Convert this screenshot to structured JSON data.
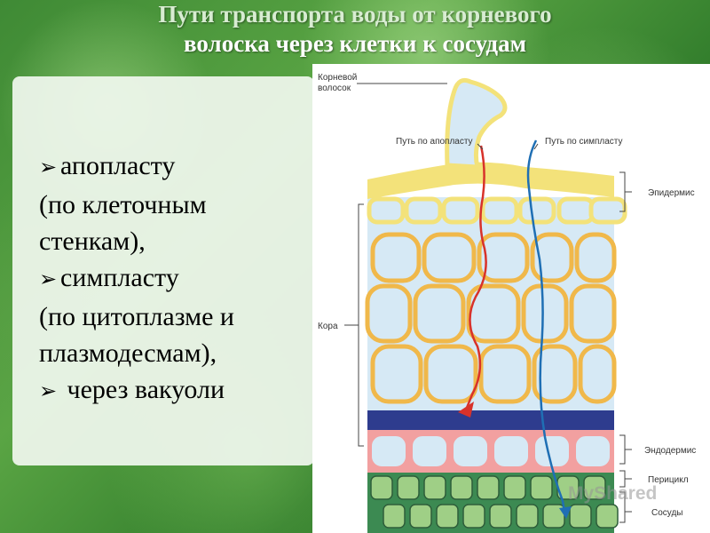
{
  "title": {
    "line1": "Пути транспорта воды от корневого",
    "line2": "волоска через клетки к сосудам"
  },
  "bullets": [
    {
      "arrow": "➢",
      "text": "апопласту"
    },
    {
      "arrow": "",
      "text": "(по клеточным"
    },
    {
      "arrow": "",
      "text": "стенкам),"
    },
    {
      "arrow": "➢",
      "text": "симпласту"
    },
    {
      "arrow": "",
      "text": "(по цитоплазме и"
    },
    {
      "arrow": "",
      "text": "плазмодесмам),"
    },
    {
      "arrow": "➢",
      "text": " через вакуоли"
    }
  ],
  "diagram": {
    "labels": {
      "root_hair_1": "Корневой",
      "root_hair_2": "волосок",
      "apoplast_path": "Путь по апопласту",
      "symplast_path": "Путь по симпласту",
      "epidermis": "Эпидермис",
      "cortex": "Кора",
      "endodermis": "Эндодермис",
      "pericycle": "Перицикл",
      "vessels": "Сосуды"
    },
    "watermark": "MyShared",
    "colors": {
      "cell_fill": "#d6e9f5",
      "cell_wall": "#f0b84a",
      "epidermis_wall": "#f3e27a",
      "endodermis": "#2e3c8e",
      "pericycle": "#f2a0a0",
      "vessels": "#3c8a52",
      "apoplast": "#d8322a",
      "symplast": "#1f6fb4"
    }
  }
}
